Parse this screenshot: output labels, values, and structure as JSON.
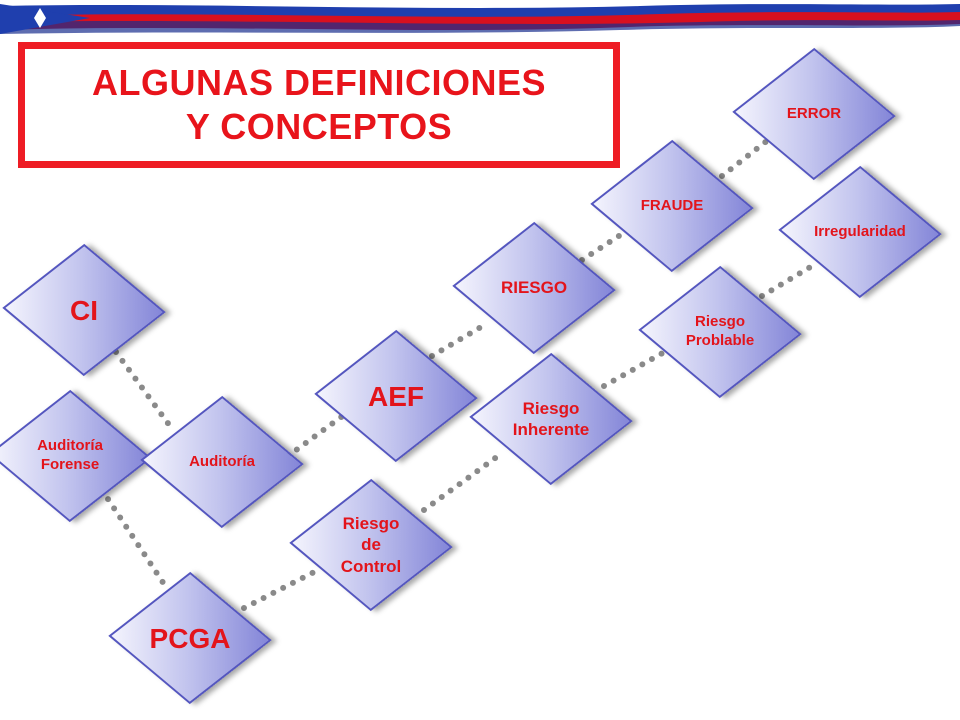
{
  "title": {
    "line1": "ALGUNAS DEFINICIONES",
    "line2": "Y CONCEPTOS"
  },
  "colors": {
    "accent": "#ee1c24",
    "node_fill": "#c2c4ee",
    "node_border": "#5456bf",
    "connector": "#8a8a8a"
  },
  "nodes": [
    {
      "id": "ci",
      "label": "CI"
    },
    {
      "id": "auditoria-forense",
      "label": "Auditoría\nForense"
    },
    {
      "id": "auditoria",
      "label": "Auditoría"
    },
    {
      "id": "pcga",
      "label": "PCGA"
    },
    {
      "id": "aef",
      "label": "AEF"
    },
    {
      "id": "riesgo-de-control",
      "label": "Riesgo\nde\nControl"
    },
    {
      "id": "riesgo",
      "label": "RIESGO"
    },
    {
      "id": "riesgo-inherente",
      "label": "Riesgo\nInherente"
    },
    {
      "id": "fraude",
      "label": "FRAUDE"
    },
    {
      "id": "riesgo-problable",
      "label": "Riesgo\nProblable"
    },
    {
      "id": "error",
      "label": "ERROR"
    },
    {
      "id": "irregularidad",
      "label": "Irregularidad"
    }
  ]
}
